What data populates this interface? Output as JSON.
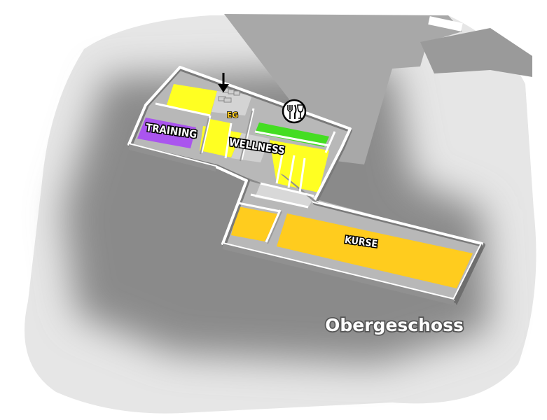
{
  "floor_title": "Obergeschoss",
  "rooms": {
    "training": "TRAINING",
    "wellness": "WELLNESS",
    "kurse": "KURSE",
    "eg": "EG"
  },
  "icons": {
    "restaurant": "fork-knife-glass-icon",
    "entrance": "down-arrow-icon"
  },
  "colors": {
    "yellow_zone": "#ffff22",
    "orange_zone": "#ffcc1e",
    "green_zone": "#44dd22",
    "purple_zone": "#aa55ee",
    "wall": "#ffffff",
    "floor": "#bbbbbb"
  }
}
